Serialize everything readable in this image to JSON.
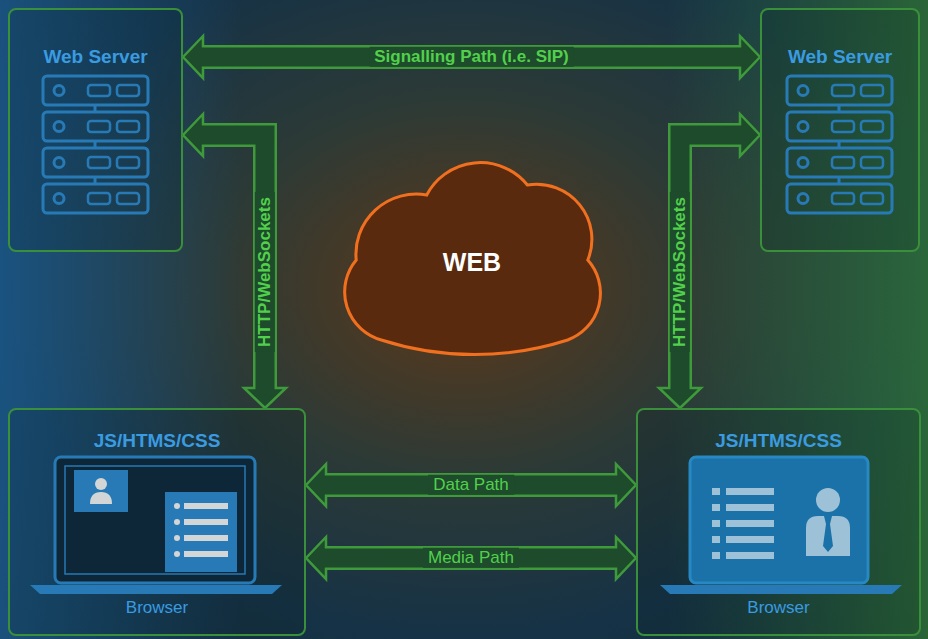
{
  "diagram": {
    "nodes": [
      {
        "text": [
          "Web Server"
        ]
      },
      {
        "text": [
          "Web Server"
        ]
      },
      {
        "text": [
          "JS/HTMS/CSS",
          "Browser"
        ]
      },
      {
        "text": [
          "JS/HTMS/CSS",
          "Browser"
        ]
      },
      {
        "text": [
          "WEB"
        ]
      }
    ],
    "edges": [
      {
        "from": 0,
        "to": 1,
        "label": "Signalling Path (i.e. SIP)",
        "arrow": "both"
      },
      {
        "from": 0,
        "to": 2,
        "label": "HTTP/WebSockets",
        "arrow": "both"
      },
      {
        "from": 1,
        "to": 3,
        "label": "HTTP/WebSockets",
        "arrow": "both"
      },
      {
        "from": 2,
        "to": 3,
        "label": "Data Path",
        "arrow": "both"
      },
      {
        "from": 2,
        "to": 3,
        "label": "Media Path",
        "arrow": "both"
      }
    ]
  }
}
